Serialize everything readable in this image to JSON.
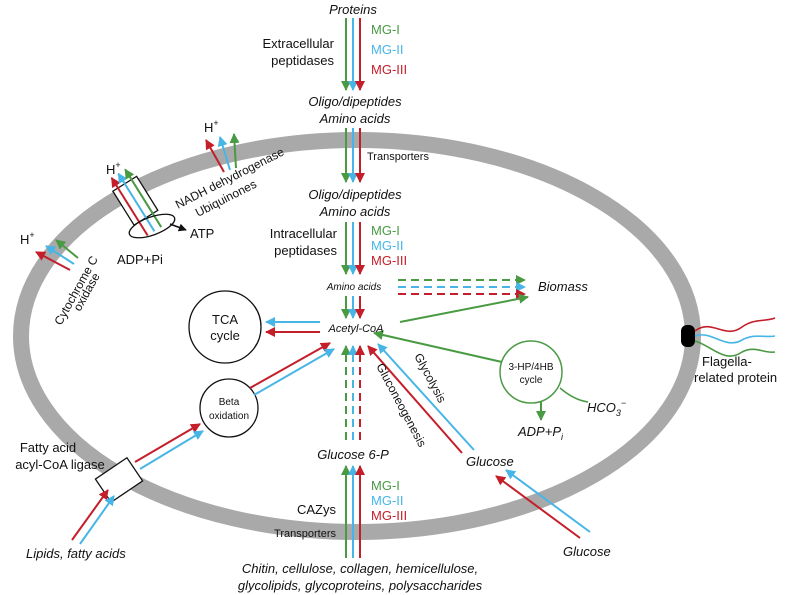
{
  "colors": {
    "membrane": "#a9a9a9",
    "mg1": "#4a9a44",
    "mg2": "#47b6e6",
    "mg3": "#c41e2a",
    "text": "#111111"
  },
  "legend_top": [
    "MG-I",
    "MG-II",
    "MG-III"
  ],
  "legend_mid": [
    "MG-I",
    "MG-II",
    "MG-III"
  ],
  "legend_bottom": [
    "MG-I",
    "MG-II",
    "MG-III"
  ],
  "labels": {
    "proteins": "Proteins",
    "extracellular_peptidases_1": "Extracellular",
    "extracellular_peptidases_2": "peptidases",
    "oligo_out": "Oligo/dipeptides",
    "amino_out": "Amino acids",
    "transporters_top": "Transporters",
    "oligo_in": "Oligo/dipeptides",
    "amino_in": "Amino acids",
    "intracellular_peptidases_1": "Intracellular",
    "intracellular_peptidases_2": "peptidases",
    "amino_acids_small": "Amino acids",
    "biomass": "Biomass",
    "acetyl_coa": "Acetyl-CoA",
    "tca_1": "TCA",
    "tca_2": "cycle",
    "beta_1": "Beta",
    "beta_2": "oxidation",
    "hp_1": "3-HP/4HB",
    "hp_2": "cycle",
    "hco3": "HCO",
    "hco3_sub": "3",
    "hco3_sup": "−",
    "adp_pi_right": "ADP+P",
    "adp_pi_right_sub": "i",
    "glycolysis": "Glycolysis",
    "gluconeogenesis": "Gluconeogenesis",
    "glucose_in": "Glucose",
    "glucose_out": "Glucose",
    "glucose6p": "Glucose 6-P",
    "cazys": "CAZys",
    "transporters_bottom": "Transporters",
    "substrates_1": "Chitin, cellulose, collagen, hemicellulose,",
    "substrates_2": "glycolipids, glycoproteins, polysaccharides",
    "fatty_acid_1": "Fatty acid",
    "fatty_acid_2": "acyl-CoA ligase",
    "lipids": "Lipids, fatty acids",
    "flagella_1": "Flagella-",
    "flagella_2": "related protein",
    "h_plus_1": "H",
    "h_plus_2": "H",
    "h_plus_3": "H",
    "plus": "+",
    "nadh_1": "NADH dehydrogenase",
    "nadh_2": "Ubiquinones",
    "cyto_1": "Cytochrome C",
    "cyto_2": "oxidase",
    "atp": "ATP",
    "adp_pi_left": "ADP+Pi"
  }
}
